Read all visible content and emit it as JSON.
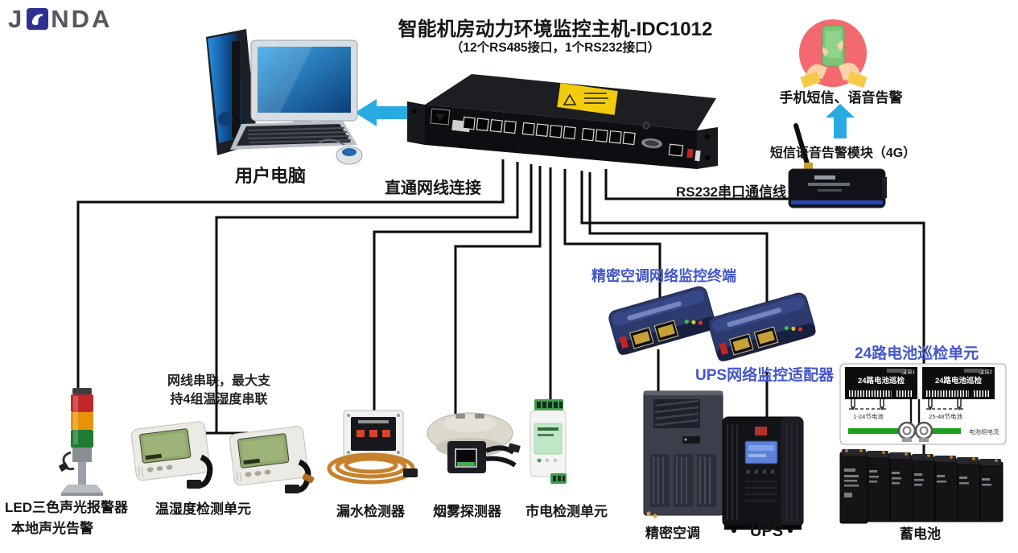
{
  "logo": {
    "j": "J",
    "nda": "NDA",
    "brand": "JUNDA"
  },
  "header": {
    "title": "智能机房动力环境监控主机-IDC1012",
    "subtitle": "（12个RS485接口，1个RS232接口）"
  },
  "computer": {
    "label": "用户电脑"
  },
  "host": {
    "direct_cable_label": "直通网线连接",
    "rs232_label": "RS232串口通信线"
  },
  "alarm": {
    "phone_label": "手机短信、语音告警",
    "sms_module_label": "短信语音告警模块（4G）"
  },
  "sensors": {
    "chain_note": [
      "网线串联，最大支",
      "持4组温湿度串联"
    ],
    "led_alarm": [
      "LED三色声光报警器",
      "本地声光告警"
    ],
    "temp_humidity": "温湿度检测单元",
    "water_leak": "漏水检测器",
    "smoke": "烟雾探测器",
    "mains": "市电检测单元"
  },
  "power": {
    "ac_terminal_label": "精密空调网络监控终端",
    "ups_adapter_label": "UPS网络监控适配器",
    "battery_unit_label": "24路电池巡检单元",
    "precision_ac": "精密空调",
    "ups": "UPS",
    "battery": "蓄电池"
  },
  "battery_diagram": {
    "module1": {
      "title": "24路电池巡检",
      "tag": "模块1",
      "range": "1-24节电池"
    },
    "module2": {
      "title": "24路电池巡检",
      "tag": "模块2",
      "range": "25-48节电池"
    },
    "bus_label": "电池组电流"
  },
  "colors": {
    "wire": "#0a0a0a",
    "arrow_blue": "#29ABE2",
    "label_blue": "#4356CC",
    "logo_gray": "#56575B",
    "logo_blue": "#2E3192",
    "warn_yellow": "#F2CC0C"
  }
}
